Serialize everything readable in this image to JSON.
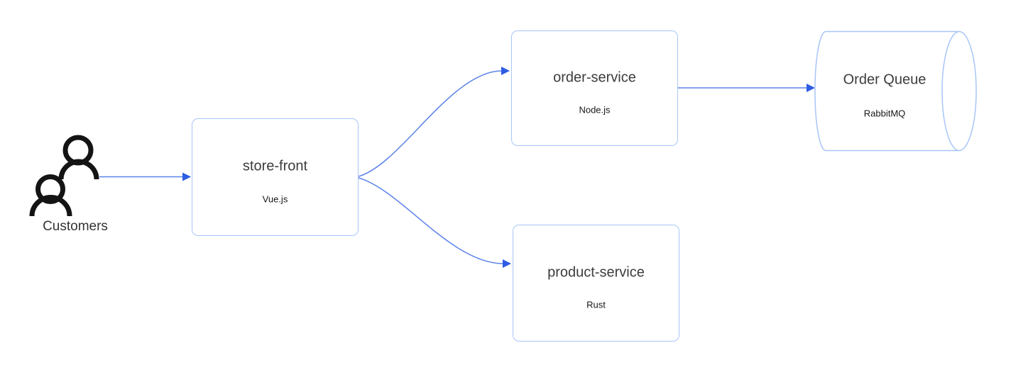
{
  "diagram": {
    "background": "#ffffff",
    "nodes": {
      "customers": {
        "label": "Customers",
        "type": "actor",
        "icon": "users-icon"
      },
      "store_front": {
        "title": "store-front",
        "subtitle": "Vue.js",
        "type": "rectangle"
      },
      "order_service": {
        "title": "order-service",
        "subtitle": "Node.js",
        "type": "rectangle"
      },
      "product_service": {
        "title": "product-service",
        "subtitle": "Rust",
        "type": "rectangle"
      },
      "order_queue": {
        "title": "Order Queue",
        "subtitle": "RabbitMQ",
        "type": "cylinder"
      }
    },
    "edges": [
      {
        "from": "Customers",
        "to": "store-front"
      },
      {
        "from": "store-front",
        "to": "order-service"
      },
      {
        "from": "store-front",
        "to": "product-service"
      },
      {
        "from": "order-service",
        "to": "Order Queue"
      }
    ],
    "colors": {
      "node_border": "#a9c5f8",
      "edge_line": "#5b82e8",
      "arrowhead": "#2e5ce2",
      "icon": "#141414",
      "title_text": "#3c3c3c",
      "subtitle_text": "#161616"
    }
  }
}
